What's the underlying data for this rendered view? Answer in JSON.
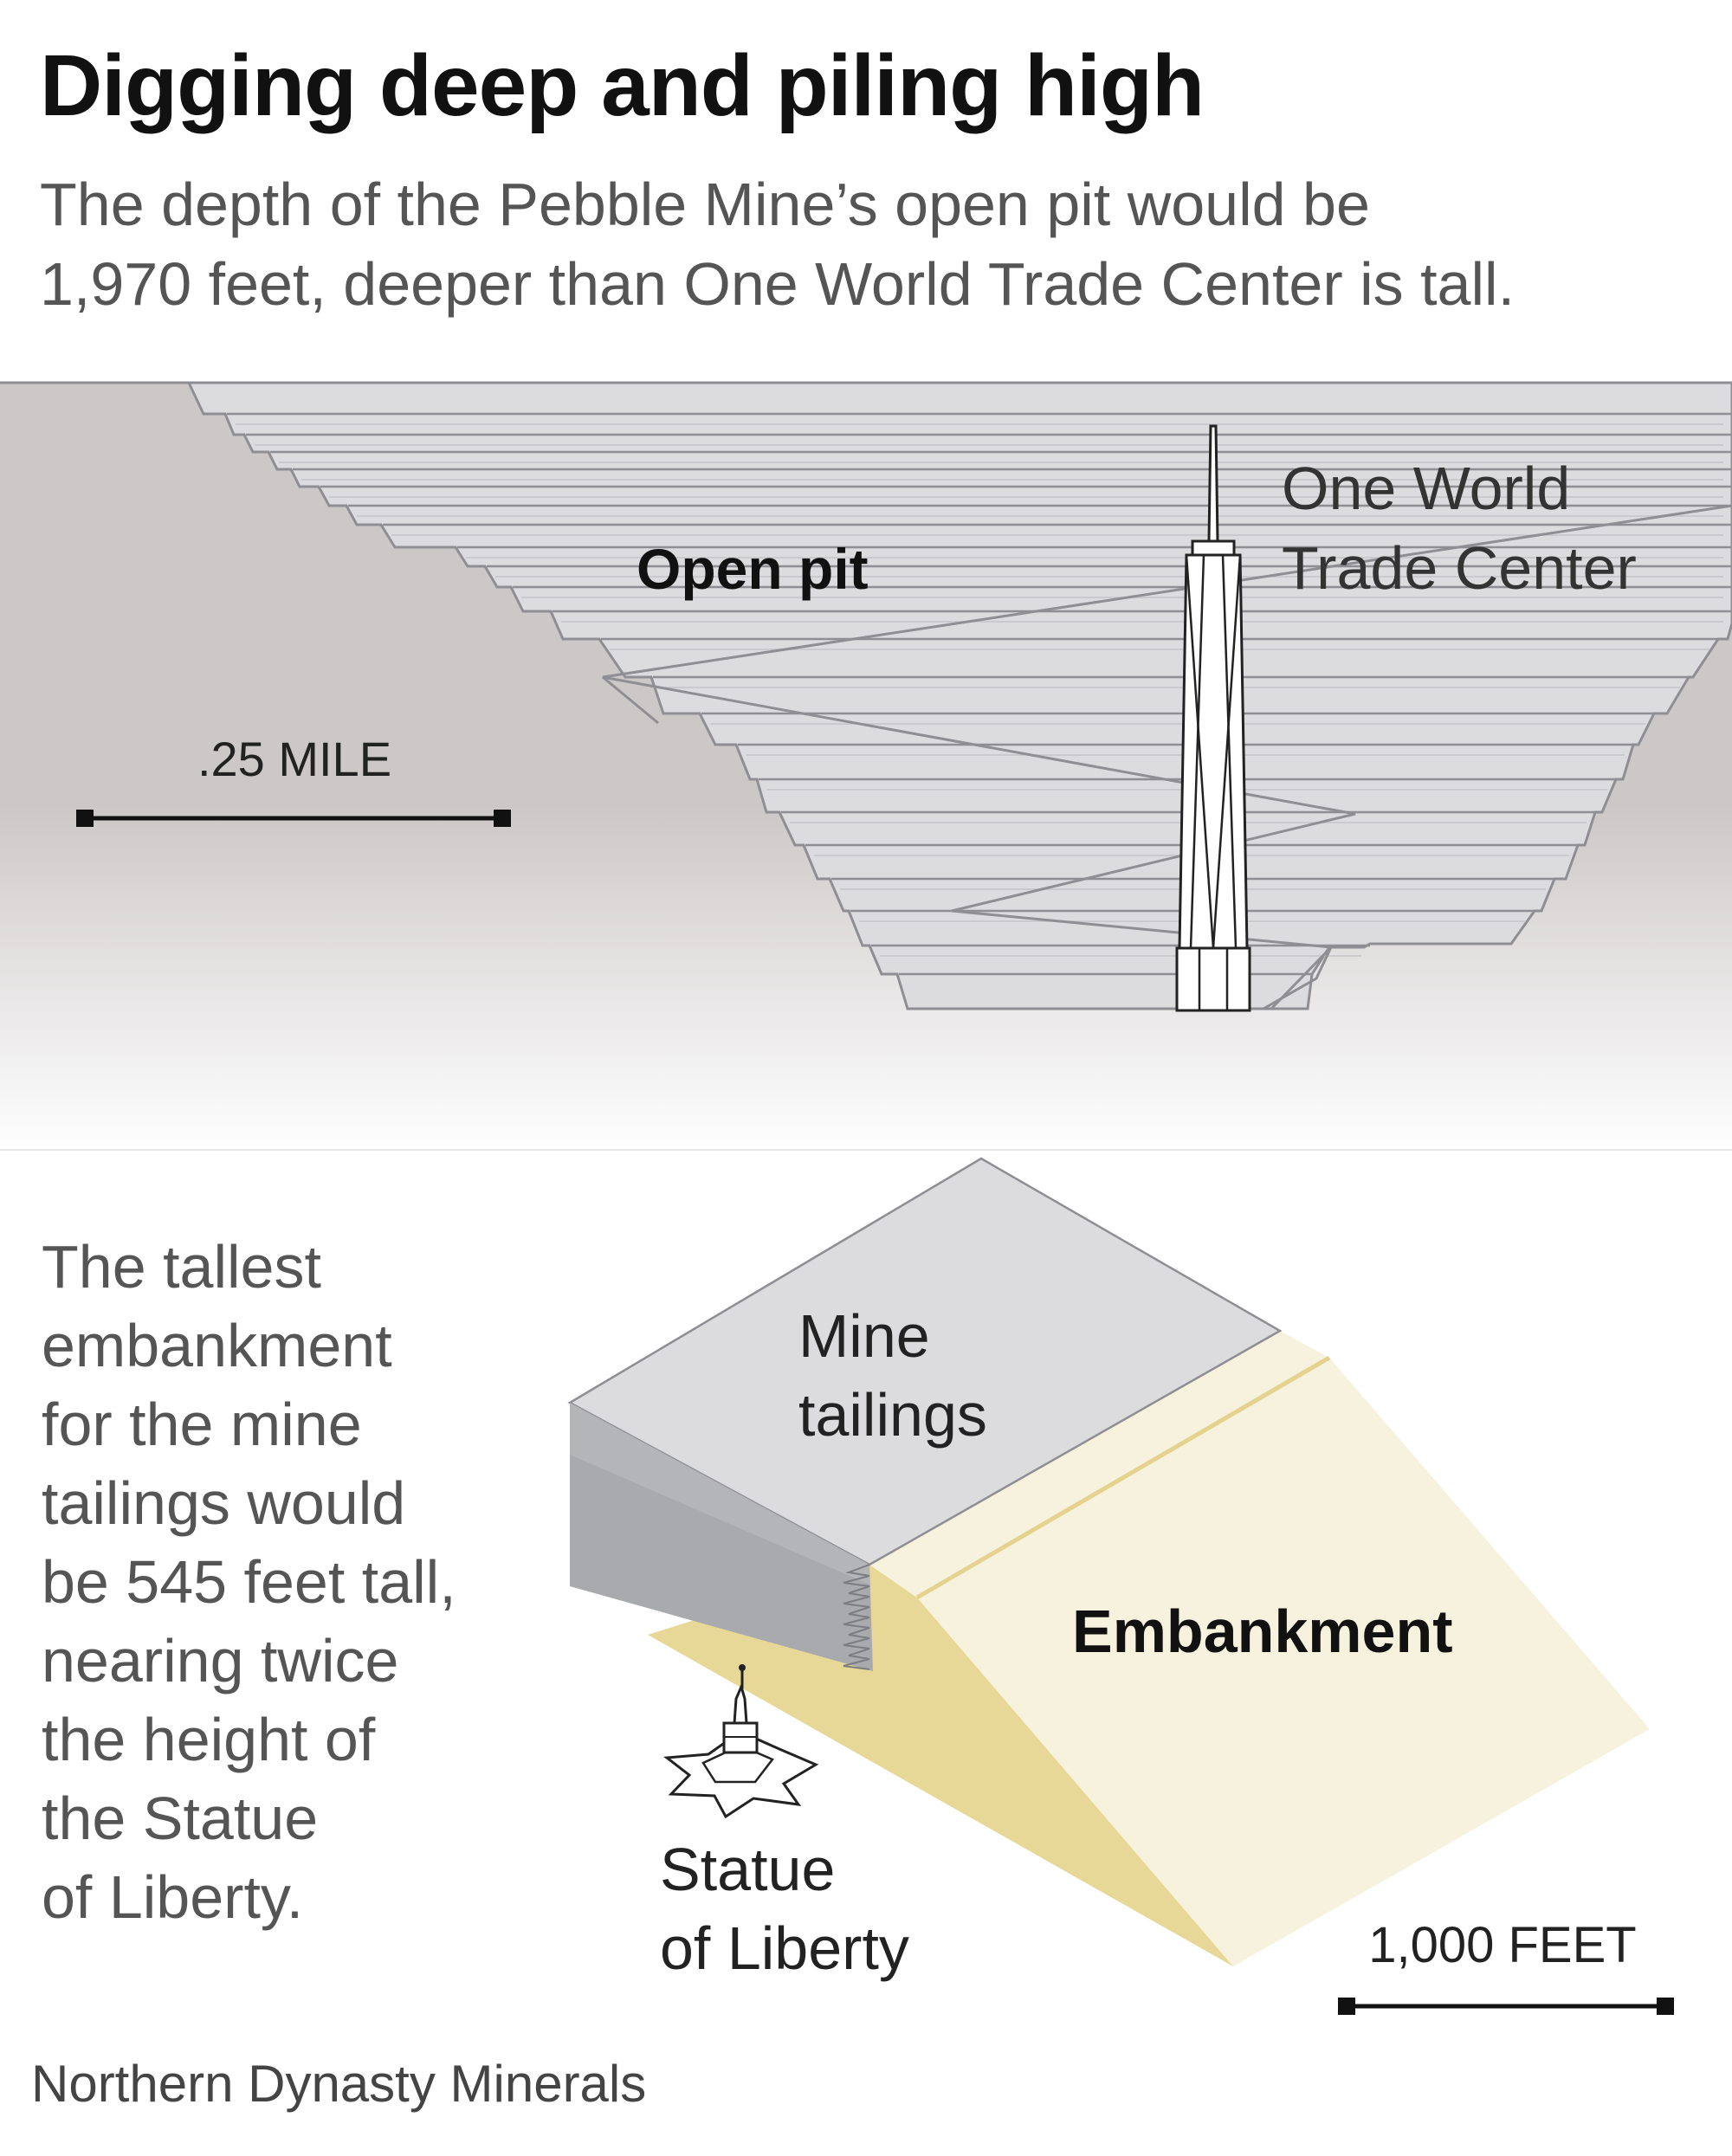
{
  "title": "Digging deep and piling high",
  "subtitle_lines": [
    "The depth of the Pebble Mine’s open pit would be",
    "1,970 feet, deeper than One World Trade Center is tall."
  ],
  "pit": {
    "label": "Open pit",
    "tower_label_lines": [
      "One World",
      "Trade Center"
    ],
    "scale_label": ".25 MILE",
    "depth_value": "1,970 feet"
  },
  "embankment": {
    "text_lines": [
      "The tallest",
      "embankment",
      "for the mine",
      "tailings would",
      "be 545 feet tall,",
      "nearing twice",
      "the height of",
      "the Statue",
      "of Liberty."
    ],
    "tailings_label_lines": [
      "Mine",
      "tailings"
    ],
    "embankment_label": "Embankment",
    "statue_label_lines": [
      "Statue",
      "of Liberty"
    ],
    "scale_label": "1,000 FEET",
    "height_value": "545 feet"
  },
  "source": "Northern Dynasty Minerals",
  "colors": {
    "pit_fill": "#dcdcdf",
    "pit_line": "#8e8e93",
    "ground_top": "#cdc8c8",
    "embankment_light": "#f7f2de",
    "embankment_dark": "#e8d898",
    "tailings_top": "#dcdcdf",
    "tailings_side": "#a9aaae",
    "text_gray": "#555555"
  }
}
